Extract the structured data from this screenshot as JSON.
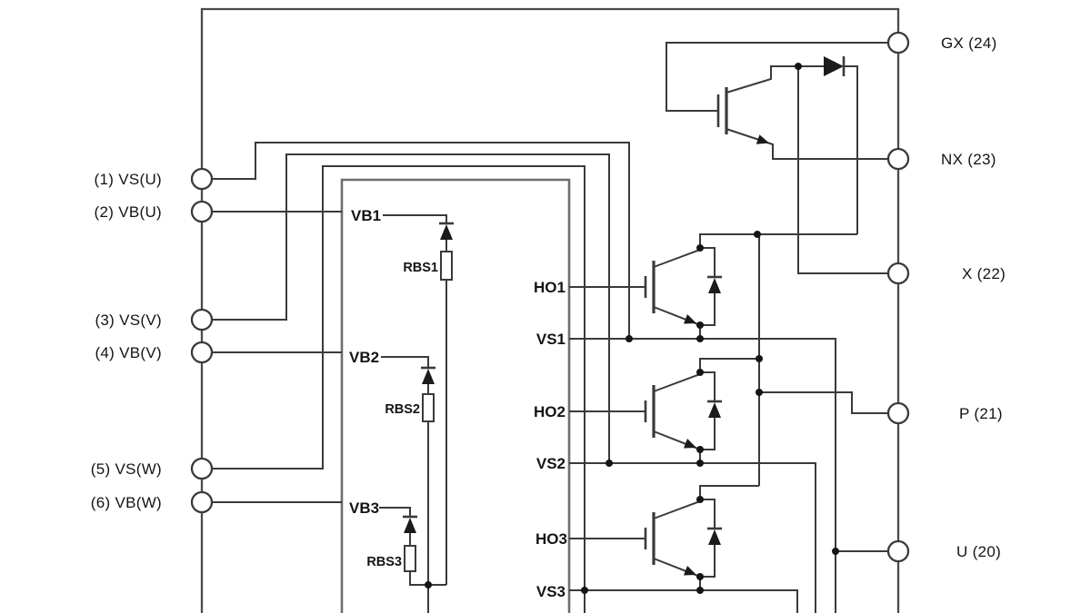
{
  "diagram_type": "internal-block-schematic",
  "pins": {
    "left": [
      {
        "number": 1,
        "label": "(1) VS(U)"
      },
      {
        "number": 2,
        "label": "(2) VB(U)"
      },
      {
        "number": 3,
        "label": "(3) VS(V)"
      },
      {
        "number": 4,
        "label": "(4) VB(V)"
      },
      {
        "number": 5,
        "label": "(5) VS(W)"
      },
      {
        "number": 6,
        "label": "(6) VB(W)"
      }
    ],
    "right": [
      {
        "number": 24,
        "label": "GX (24)"
      },
      {
        "number": 23,
        "label": "NX (23)"
      },
      {
        "number": 22,
        "label": "X (22)"
      },
      {
        "number": 21,
        "label": "P (21)"
      },
      {
        "number": 20,
        "label": "U (20)"
      }
    ]
  },
  "ic": {
    "bootstrap": [
      {
        "supply": "VB1",
        "resistor": "RBS1"
      },
      {
        "supply": "VB2",
        "resistor": "RBS2"
      },
      {
        "supply": "VB3",
        "resistor": "RBS3"
      }
    ],
    "outputs": [
      {
        "gate": "HO1",
        "ref": "VS1"
      },
      {
        "gate": "HO2",
        "ref": "VS2"
      },
      {
        "gate": "HO3",
        "ref": "VS3"
      }
    ]
  },
  "colors": {
    "wire": "#3a3a3a",
    "ic_outline": "#6e6e6e",
    "background": "#ffffff",
    "text": "#141414"
  }
}
